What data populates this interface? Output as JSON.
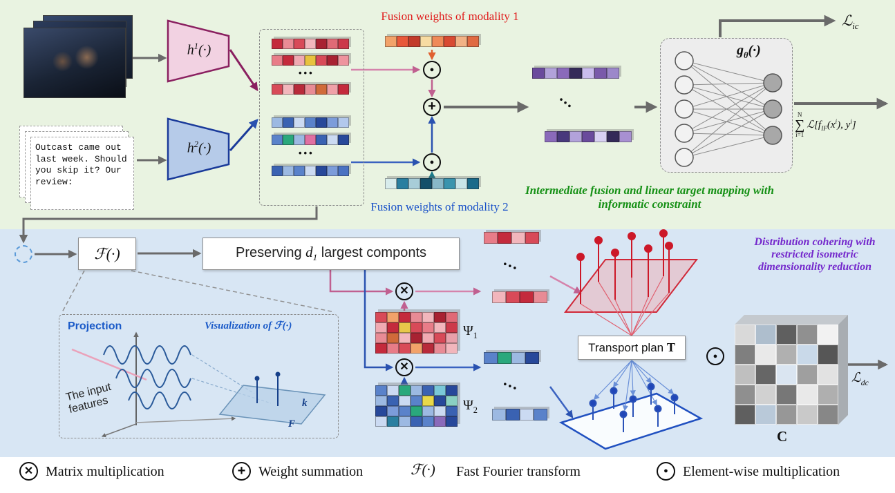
{
  "colors": {
    "band_top": "#e9f3e1",
    "band_bottom": "#d8e6f4",
    "caption_green": "#159015",
    "caption_purple": "#7428cc",
    "modality1_red": "#e01818",
    "modality2_blue": "#1850c8"
  },
  "top": {
    "card_text": "Outcast came out last week. Should you skip it? Our review:",
    "encoder1": {
      "base": "h",
      "sup": "1",
      "args": "(·)"
    },
    "encoder2": {
      "base": "h",
      "sup": "2",
      "args": "(·)"
    },
    "fw1": "Fusion weights of modality 1",
    "fw2": "Fusion weights of modality 2",
    "nn": {
      "base": "g",
      "sub": "θ",
      "args": "(·)"
    },
    "loss_ic": {
      "base": "ℒ",
      "sub": "ic"
    },
    "sum": {
      "sigma": "∑",
      "upper": "N",
      "lower": "i=1",
      "f1": "ℒ[f",
      "f1sub": "IF",
      "f2": "(x",
      "f2sup": "i",
      "f3": "), y",
      "f3sup": "i",
      "f4": "]"
    },
    "caption": "Intermediate fusion and linear target mapping with informatic constraint"
  },
  "bottom": {
    "fourier": {
      "f": "ℱ",
      "args": "(·)"
    },
    "preserving": {
      "p1": "Preserving ",
      "d": "d",
      "dsub": "1",
      "p2": " largest componts"
    },
    "viz": {
      "projection": "Projection",
      "vis1": "Visualization of ",
      "vis_f": "ℱ",
      "vis_args": "(·)",
      "input": "The input features",
      "k": "k",
      "F": "F"
    },
    "psi1": {
      "base": "Ψ",
      "sub": "1"
    },
    "psi2": {
      "base": "Ψ",
      "sub": "2"
    },
    "transport": {
      "t1": "Transport plan ",
      "t2": "T"
    },
    "c_label": "C",
    "loss_dc": {
      "base": "ℒ",
      "sub": "dc"
    },
    "caption": "Distribution cohering with restricted isometric dimensionality reduction"
  },
  "dots": "•••",
  "operators": {
    "otimes": "✕",
    "oplus": "+",
    "odot": "●"
  },
  "legend": {
    "items": [
      {
        "label": "Matrix multiplication"
      },
      {
        "label": "Weight summation"
      },
      {
        "label": "Fast Fourier transform"
      },
      {
        "label": "Element-wise multiplication"
      }
    ]
  },
  "cells": {
    "m1_r1": [
      "#c42a3c",
      "#ea8b95",
      "#d84a58",
      "#f2b6bc",
      "#a82232",
      "#e06a76",
      "#cc3a4a"
    ],
    "m1_r2": [
      "#e87c88",
      "#c42a3c",
      "#f0aab2",
      "#e8c23e",
      "#d84a58",
      "#a82232",
      "#ee949e"
    ],
    "m1_r3": [
      "#d84a58",
      "#f2b6bc",
      "#b82a3a",
      "#e88b95",
      "#d06a3a",
      "#efa0a8",
      "#c42a3c"
    ],
    "m2_r1": [
      "#9cb9e2",
      "#3a62b2",
      "#cbdaf2",
      "#5a82ca",
      "#27489a",
      "#7c9cda",
      "#b2c8ec"
    ],
    "m2_r2": [
      "#5a82ca",
      "#2aa87c",
      "#9cb9e2",
      "#e070a2",
      "#3a62b2",
      "#cbdaf2",
      "#27489a"
    ],
    "m2_r3": [
      "#3a62b2",
      "#9cb9e2",
      "#5a82ca",
      "#cbdaf2",
      "#27489a",
      "#7c9cda",
      "#4a72c2"
    ],
    "w1": [
      "#f2a26a",
      "#e8583a",
      "#c23a2a",
      "#f7dba2",
      "#ef8a58",
      "#d84a32",
      "#f2b286",
      "#e06a42"
    ],
    "w2": [
      "#d8ecec",
      "#2a7fa0",
      "#a8cdd8",
      "#14506a",
      "#88b8c8",
      "#3a94ae",
      "#c8e4e8",
      "#1a6a8a"
    ],
    "fused_r1": [
      "#6a4a9c",
      "#b2a2da",
      "#8a6aba",
      "#342a58",
      "#cabced",
      "#7a5aaa",
      "#9c88ca"
    ],
    "fused_r2": [
      "#8a6aba",
      "#48387c",
      "#b2a2da",
      "#6a4a9c",
      "#d8d0f2",
      "#342a58",
      "#a890d2"
    ],
    "psi1": [
      [
        "#d84a58",
        "#f2a26a",
        "#c42a3c",
        "#e88b95",
        "#f2b6bc",
        "#a82232",
        "#e06a76"
      ],
      [
        "#f0aab2",
        "#c42a3c",
        "#e8c84a",
        "#d84a58",
        "#e87c88",
        "#f2b6bc",
        "#cc3a4a"
      ],
      [
        "#e88b95",
        "#d06a3a",
        "#f2b6bc",
        "#a82232",
        "#f0aab2",
        "#d84a58",
        "#e8a0aa"
      ],
      [
        "#c42a3c",
        "#e87c88",
        "#d84a58",
        "#f2a26a",
        "#b82a3a",
        "#e88b95",
        "#f2b6bc"
      ]
    ],
    "psi2": [
      [
        "#5a82ca",
        "#cbdaf2",
        "#2aa87c",
        "#9cb9e2",
        "#3a62b2",
        "#7ac8d8",
        "#27489a"
      ],
      [
        "#9cb9e2",
        "#3a62b2",
        "#cbdaf2",
        "#5a82ca",
        "#e8d84a",
        "#27489a",
        "#8ad0c2"
      ],
      [
        "#27489a",
        "#7c9cda",
        "#5a82ca",
        "#2aa87c",
        "#9cb9e2",
        "#cbdaf2",
        "#3a62b2"
      ],
      [
        "#cbdaf2",
        "#2a7fa0",
        "#9cb9e2",
        "#3a62b2",
        "#5a82ca",
        "#8a6aba",
        "#27489a"
      ]
    ],
    "sr1": [
      "#e87c88",
      "#c42a3c",
      "#f2b6bc",
      "#d84a58"
    ],
    "sr2": [
      "#f2b6bc",
      "#d84a58",
      "#c42a3c",
      "#e88b95"
    ],
    "sb1": [
      "#5a82ca",
      "#2aa87c",
      "#9cb9e2",
      "#27489a"
    ],
    "sb2": [
      "#9cb9e2",
      "#3a62b2",
      "#cbdaf2",
      "#5a82ca"
    ],
    "cmat": [
      [
        "#d9d9d9",
        "#aebecd",
        "#5f5f5f",
        "#909090",
        "#f2f2f2"
      ],
      [
        "#7f7f7f",
        "#e9e9e9",
        "#b0b0b0",
        "#c9d9e9",
        "#565656"
      ],
      [
        "#bfbfbf",
        "#666666",
        "#dae5f1",
        "#9f9f9f",
        "#e2e2e2"
      ],
      [
        "#8f8f8f",
        "#d1d1d1",
        "#777777",
        "#e9e9e9",
        "#afafaf"
      ],
      [
        "#5f5f5f",
        "#b9c9d9",
        "#979797",
        "#c9c9c9",
        "#878787"
      ]
    ]
  }
}
